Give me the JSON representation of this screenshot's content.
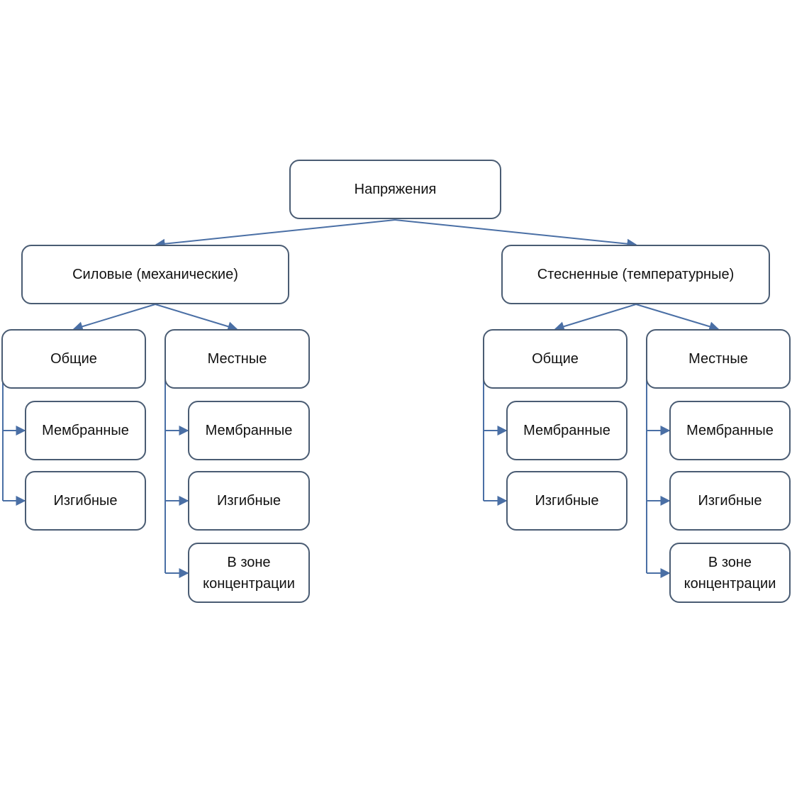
{
  "colors": {
    "connector": "#4a6fa5",
    "border": "#4a5c73",
    "text": "#111111"
  },
  "root": {
    "label": "Напряжения"
  },
  "branches": [
    {
      "label": "Силовые (механические)",
      "groups": [
        {
          "label": "Общие",
          "items": [
            "Мембранные",
            "Изгибные"
          ]
        },
        {
          "label": "Местные",
          "items": [
            "Мембранные",
            "Изгибные",
            "В зоне\nконцентрации"
          ]
        }
      ]
    },
    {
      "label": "Стесненные (температурные)",
      "groups": [
        {
          "label": "Общие",
          "items": [
            "Мембранные",
            "Изгибные"
          ]
        },
        {
          "label": "Местные",
          "items": [
            "Мембранные",
            "Изгибные",
            "В зоне\nконцентрации"
          ]
        }
      ]
    }
  ]
}
